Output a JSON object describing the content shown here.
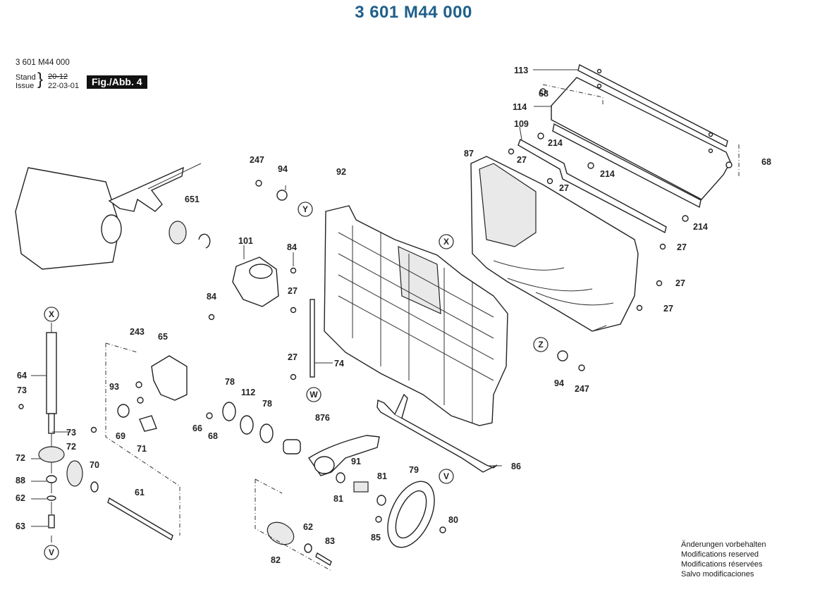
{
  "title": "3 601 M44 000",
  "header": {
    "model_code": "3 601 M44 000",
    "stand_label": "Stand",
    "issue_label": "Issue",
    "old_date": "20-12",
    "issue_date": "22-03-01",
    "figure_label": "Fig./Abb. 4"
  },
  "disclaimer": [
    "Änderungen vorbehalten",
    "Modifications reserved",
    "Modifications réservées",
    "Salvo modificaciones"
  ],
  "accent_color": "#1f5f8b",
  "part_labels": {
    "p113": "113",
    "p68a": "68",
    "p114": "114",
    "p109": "109",
    "p214a": "214",
    "p87": "87",
    "p27a": "27",
    "p214b": "214",
    "p27b": "27",
    "p68b": "68",
    "p214c": "214",
    "p27c": "27",
    "p27d": "27",
    "p27e": "27",
    "p247a": "247",
    "p94a": "94",
    "p92": "92",
    "p651": "651",
    "p101": "101",
    "p84a": "84",
    "p84b": "84",
    "p27f": "27",
    "p27g": "27",
    "p74": "74",
    "p94b": "94",
    "p247b": "247",
    "p243": "243",
    "p65": "65",
    "p64": "64",
    "p73a": "73",
    "p93": "93",
    "p78a": "78",
    "p112": "112",
    "p78b": "78",
    "p73b": "73",
    "p69": "69",
    "p71": "71",
    "p66": "66",
    "p68c": "68",
    "p876": "876",
    "p72a": "72",
    "p72b": "72",
    "p70": "70",
    "p88": "88",
    "p62a": "62",
    "p61": "61",
    "p63": "63",
    "p91": "91",
    "p81a": "81",
    "p81b": "81",
    "p79": "79",
    "p86": "86",
    "p80": "80",
    "p85": "85",
    "p62b": "62",
    "p83": "83",
    "p82": "82"
  },
  "reference_markers": {
    "y1": "Y",
    "x1": "X",
    "z1": "Z",
    "w1": "W",
    "v1": "V",
    "x2": "X",
    "v2": "V"
  }
}
